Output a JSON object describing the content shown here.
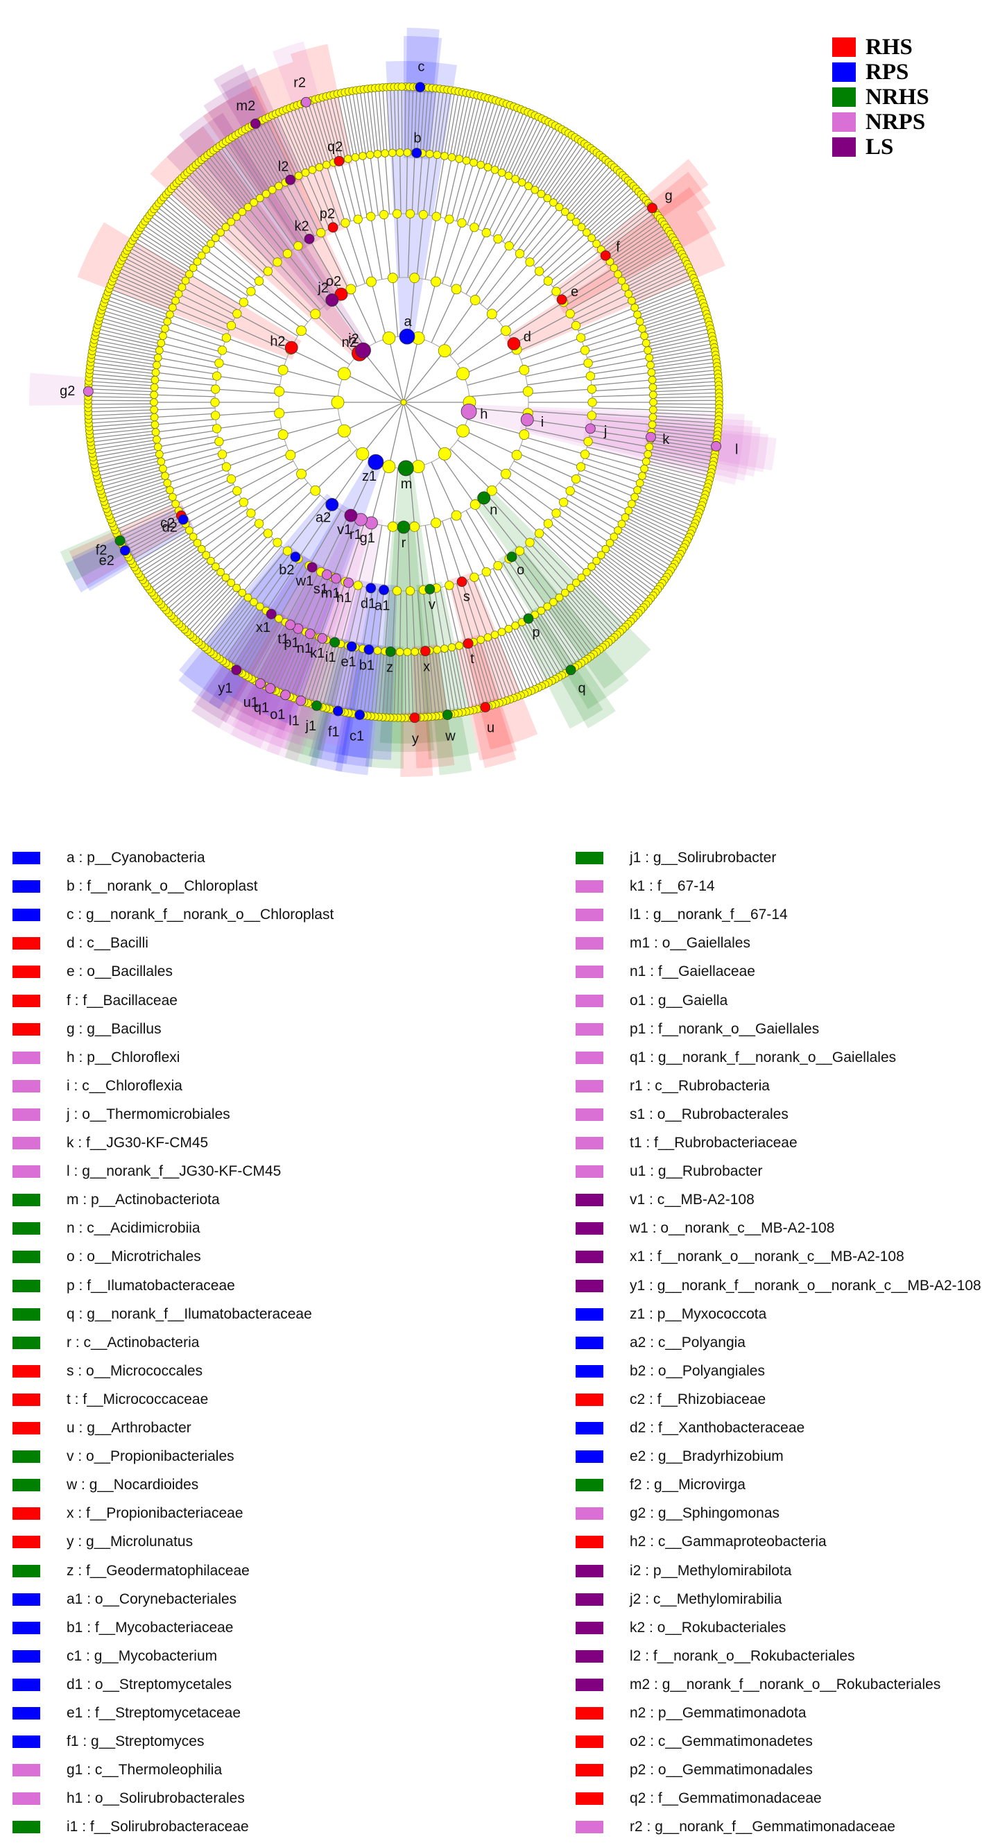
{
  "legend": [
    {
      "name": "RHS",
      "color": "#ff0000"
    },
    {
      "name": "RPS",
      "color": "#0000ff"
    },
    {
      "name": "NRHS",
      "color": "#008000"
    },
    {
      "name": "NRPS",
      "color": "#da70d6"
    },
    {
      "name": "LS",
      "color": "#800080"
    }
  ],
  "node_colors": {
    "neutral": "#ffff00",
    "RHS": "#ff0000",
    "RPS": "#0000ff",
    "NRHS": "#008000",
    "NRPS": "#da70d6",
    "LS": "#800080"
  },
  "clades": [
    {
      "code": "a",
      "taxon": "p__Cyanobacteria",
      "group": "RPS"
    },
    {
      "code": "b",
      "taxon": "f__norank_o__Chloroplast",
      "group": "RPS"
    },
    {
      "code": "c",
      "taxon": "g__norank_f__norank_o__Chloroplast",
      "group": "RPS"
    },
    {
      "code": "d",
      "taxon": "c__Bacilli",
      "group": "RHS"
    },
    {
      "code": "e",
      "taxon": "o__Bacillales",
      "group": "RHS"
    },
    {
      "code": "f",
      "taxon": "f__Bacillaceae",
      "group": "RHS"
    },
    {
      "code": "g",
      "taxon": "g__Bacillus",
      "group": "RHS"
    },
    {
      "code": "h",
      "taxon": "p__Chloroflexi",
      "group": "NRPS"
    },
    {
      "code": "i",
      "taxon": "c__Chloroflexia",
      "group": "NRPS"
    },
    {
      "code": "j",
      "taxon": "o__Thermomicrobiales",
      "group": "NRPS"
    },
    {
      "code": "k",
      "taxon": "f__JG30-KF-CM45",
      "group": "NRPS"
    },
    {
      "code": "l",
      "taxon": "g__norank_f__JG30-KF-CM45",
      "group": "NRPS"
    },
    {
      "code": "m",
      "taxon": "p__Actinobacteriota",
      "group": "NRHS"
    },
    {
      "code": "n",
      "taxon": "c__Acidimicrobiia",
      "group": "NRHS"
    },
    {
      "code": "o",
      "taxon": "o__Microtrichales",
      "group": "NRHS"
    },
    {
      "code": "p",
      "taxon": "f__Ilumatobacteraceae",
      "group": "NRHS"
    },
    {
      "code": "q",
      "taxon": "g__norank_f__Ilumatobacteraceae",
      "group": "NRHS"
    },
    {
      "code": "r",
      "taxon": "c__Actinobacteria",
      "group": "NRHS"
    },
    {
      "code": "s",
      "taxon": "o__Micrococcales",
      "group": "RHS"
    },
    {
      "code": "t",
      "taxon": "f__Micrococcaceae",
      "group": "RHS"
    },
    {
      "code": "u",
      "taxon": "g__Arthrobacter",
      "group": "RHS"
    },
    {
      "code": "v",
      "taxon": "o__Propionibacteriales",
      "group": "NRHS"
    },
    {
      "code": "w",
      "taxon": "g__Nocardioides",
      "group": "NRHS"
    },
    {
      "code": "x",
      "taxon": "f__Propionibacteriaceae",
      "group": "RHS"
    },
    {
      "code": "y",
      "taxon": "g__Microlunatus",
      "group": "RHS"
    },
    {
      "code": "z",
      "taxon": "f__Geodermatophilaceae",
      "group": "NRHS"
    },
    {
      "code": "a1",
      "taxon": "o__Corynebacteriales",
      "group": "RPS"
    },
    {
      "code": "b1",
      "taxon": "f__Mycobacteriaceae",
      "group": "RPS"
    },
    {
      "code": "c1",
      "taxon": "g__Mycobacterium",
      "group": "RPS"
    },
    {
      "code": "d1",
      "taxon": "o__Streptomycetales",
      "group": "RPS"
    },
    {
      "code": "e1",
      "taxon": "f__Streptomycetaceae",
      "group": "RPS"
    },
    {
      "code": "f1",
      "taxon": "g__Streptomyces",
      "group": "RPS"
    },
    {
      "code": "g1",
      "taxon": "c__Thermoleophilia",
      "group": "NRPS"
    },
    {
      "code": "h1",
      "taxon": "o__Solirubrobacterales",
      "group": "NRPS"
    },
    {
      "code": "i1",
      "taxon": "f__Solirubrobacteraceae",
      "group": "NRHS"
    },
    {
      "code": "j1",
      "taxon": "g__Solirubrobacter",
      "group": "NRHS"
    },
    {
      "code": "k1",
      "taxon": "f__67-14",
      "group": "NRPS"
    },
    {
      "code": "l1",
      "taxon": "g__norank_f__67-14",
      "group": "NRPS"
    },
    {
      "code": "m1",
      "taxon": "o__Gaiellales",
      "group": "NRPS"
    },
    {
      "code": "n1",
      "taxon": "f__Gaiellaceae",
      "group": "NRPS"
    },
    {
      "code": "o1",
      "taxon": "g__Gaiella",
      "group": "NRPS"
    },
    {
      "code": "p1",
      "taxon": "f__norank_o__Gaiellales",
      "group": "NRPS"
    },
    {
      "code": "q1",
      "taxon": "g__norank_f__norank_o__Gaiellales",
      "group": "NRPS"
    },
    {
      "code": "r1",
      "taxon": "c__Rubrobacteria",
      "group": "NRPS"
    },
    {
      "code": "s1",
      "taxon": "o__Rubrobacterales",
      "group": "NRPS"
    },
    {
      "code": "t1",
      "taxon": "f__Rubrobacteriaceae",
      "group": "NRPS"
    },
    {
      "code": "u1",
      "taxon": "g__Rubrobacter",
      "group": "NRPS"
    },
    {
      "code": "v1",
      "taxon": "c__MB-A2-108",
      "group": "LS"
    },
    {
      "code": "w1",
      "taxon": "o__norank_c__MB-A2-108",
      "group": "LS"
    },
    {
      "code": "x1",
      "taxon": "f__norank_o__norank_c__MB-A2-108",
      "group": "LS"
    },
    {
      "code": "y1",
      "taxon": "g__norank_f__norank_o__norank_c__MB-A2-108",
      "group": "LS"
    },
    {
      "code": "z1",
      "taxon": "p__Myxococcota",
      "group": "RPS"
    },
    {
      "code": "a2",
      "taxon": "c__Polyangia",
      "group": "RPS"
    },
    {
      "code": "b2",
      "taxon": "o__Polyangiales",
      "group": "RPS"
    },
    {
      "code": "c2",
      "taxon": "f__Rhizobiaceae",
      "group": "RHS"
    },
    {
      "code": "d2",
      "taxon": "f__Xanthobacteraceae",
      "group": "RPS"
    },
    {
      "code": "e2",
      "taxon": "g__Bradyrhizobium",
      "group": "RPS"
    },
    {
      "code": "f2",
      "taxon": "g__Microvirga",
      "group": "NRHS"
    },
    {
      "code": "g2",
      "taxon": "g__Sphingomonas",
      "group": "NRPS"
    },
    {
      "code": "h2",
      "taxon": "c__Gammaproteobacteria",
      "group": "RHS"
    },
    {
      "code": "i2",
      "taxon": "p__Methylomirabilota",
      "group": "LS"
    },
    {
      "code": "j2",
      "taxon": "c__Methylomirabilia",
      "group": "LS"
    },
    {
      "code": "k2",
      "taxon": "o__Rokubacteriales",
      "group": "LS"
    },
    {
      "code": "l2",
      "taxon": "f__norank_o__Rokubacteriales",
      "group": "LS"
    },
    {
      "code": "m2",
      "taxon": "g__norank_f__norank_o__Rokubacteriales",
      "group": "LS"
    },
    {
      "code": "n2",
      "taxon": "p__Gemmatimonadota",
      "group": "RHS"
    },
    {
      "code": "o2",
      "taxon": "c__Gemmatimonadetes",
      "group": "RHS"
    },
    {
      "code": "p2",
      "taxon": "o__Gemmatimonadales",
      "group": "RHS"
    },
    {
      "code": "q2",
      "taxon": "f__Gemmatimonadaceae",
      "group": "RHS"
    },
    {
      "code": "r2",
      "taxon": "g__norank_f__Gemmatimonadaceae",
      "group": "NRPS"
    }
  ]
}
